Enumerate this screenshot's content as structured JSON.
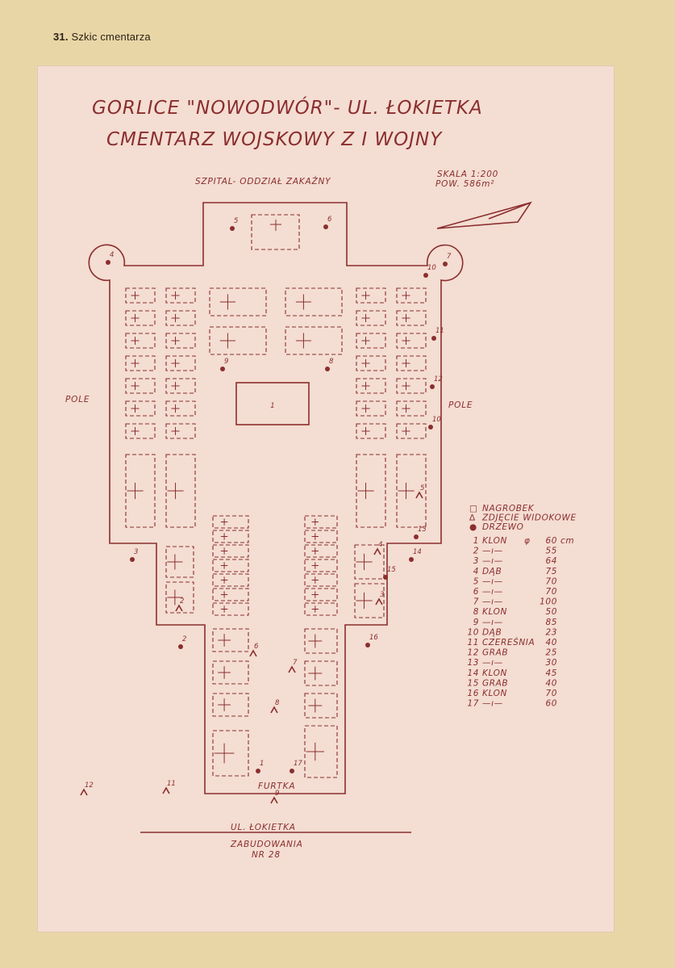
{
  "caption": {
    "number": "31.",
    "text": "Szkic cmentarza"
  },
  "title": {
    "line1": "GORLICE \"NOWODWÓR\"- UL. ŁOKIETKA",
    "line2": "CMENTARZ WOJSKOWY Z I WOJNY"
  },
  "top_label": "SZPITAL- ODDZIAŁ ZAKAŹNY",
  "scale": {
    "line1": "SKALA 1:200",
    "line2": "POW. 586m²"
  },
  "left_label": "POLE",
  "right_label": "POLE",
  "gate_label": "FURTKA",
  "street_label": "UL. ŁOKIETKA",
  "building_label": {
    "line1": "ZABUDOWANIA",
    "line2": "NR 28"
  },
  "monument_label": "1",
  "legend": {
    "symbols": [
      {
        "symbol": "□",
        "label": "NAGROBEK"
      },
      {
        "symbol": "∆",
        "label": "ZDJĘCIE WIDOKOWE"
      },
      {
        "symbol": "●",
        "label": "DRZEWO"
      }
    ],
    "trees": [
      {
        "n": "1",
        "name": "KLON",
        "d": "60",
        "unit": "φ",
        "suffix": "cm"
      },
      {
        "n": "2",
        "name": "—ı—",
        "d": "55"
      },
      {
        "n": "3",
        "name": "—ı—",
        "d": "64"
      },
      {
        "n": "4",
        "name": "DĄB",
        "d": "75"
      },
      {
        "n": "5",
        "name": "—ı—",
        "d": "70"
      },
      {
        "n": "6",
        "name": "—ı—",
        "d": "70"
      },
      {
        "n": "7",
        "name": "—ı—",
        "d": "100"
      },
      {
        "n": "8",
        "name": "KLON",
        "d": "50"
      },
      {
        "n": "9",
        "name": "—ı—",
        "d": "85"
      },
      {
        "n": "10",
        "name": "DĄB",
        "d": "23"
      },
      {
        "n": "11",
        "name": "CZEREŚNIA",
        "d": "40"
      },
      {
        "n": "12",
        "name": "GRAB",
        "d": "25"
      },
      {
        "n": "13",
        "name": "—ı—",
        "d": "30"
      },
      {
        "n": "14",
        "name": "KLON",
        "d": "45"
      },
      {
        "n": "15",
        "name": "GRAB",
        "d": "40"
      },
      {
        "n": "16",
        "name": "KLON",
        "d": "70"
      },
      {
        "n": "17",
        "name": "—ı—",
        "d": "60"
      }
    ]
  },
  "tree_markers": [
    {
      "n": "5",
      "label": "5"
    },
    {
      "n": "6",
      "label": "6"
    },
    {
      "n": "4",
      "label": "4"
    },
    {
      "n": "7",
      "label": "7"
    },
    {
      "n": "10",
      "label": "10"
    },
    {
      "n": "11",
      "label": "11"
    },
    {
      "n": "9",
      "label": "9"
    },
    {
      "n": "8",
      "label": "8"
    },
    {
      "n": "12",
      "label": "12"
    },
    {
      "n": "10b",
      "label": "10"
    },
    {
      "n": "13",
      "label": "13"
    },
    {
      "n": "3",
      "label": "3"
    },
    {
      "n": "14",
      "label": "14"
    },
    {
      "n": "15",
      "label": "15"
    },
    {
      "n": "2",
      "label": "2"
    },
    {
      "n": "16",
      "label": "16"
    },
    {
      "n": "1",
      "label": "1"
    },
    {
      "n": "17",
      "label": "17"
    }
  ],
  "photo_markers": [
    {
      "label": "2"
    },
    {
      "label": "3"
    },
    {
      "label": "5"
    },
    {
      "label": "4"
    },
    {
      "label": "6"
    },
    {
      "label": "7"
    },
    {
      "label": "8"
    },
    {
      "label": "9"
    },
    {
      "label": "11"
    },
    {
      "label": "12"
    }
  ]
}
